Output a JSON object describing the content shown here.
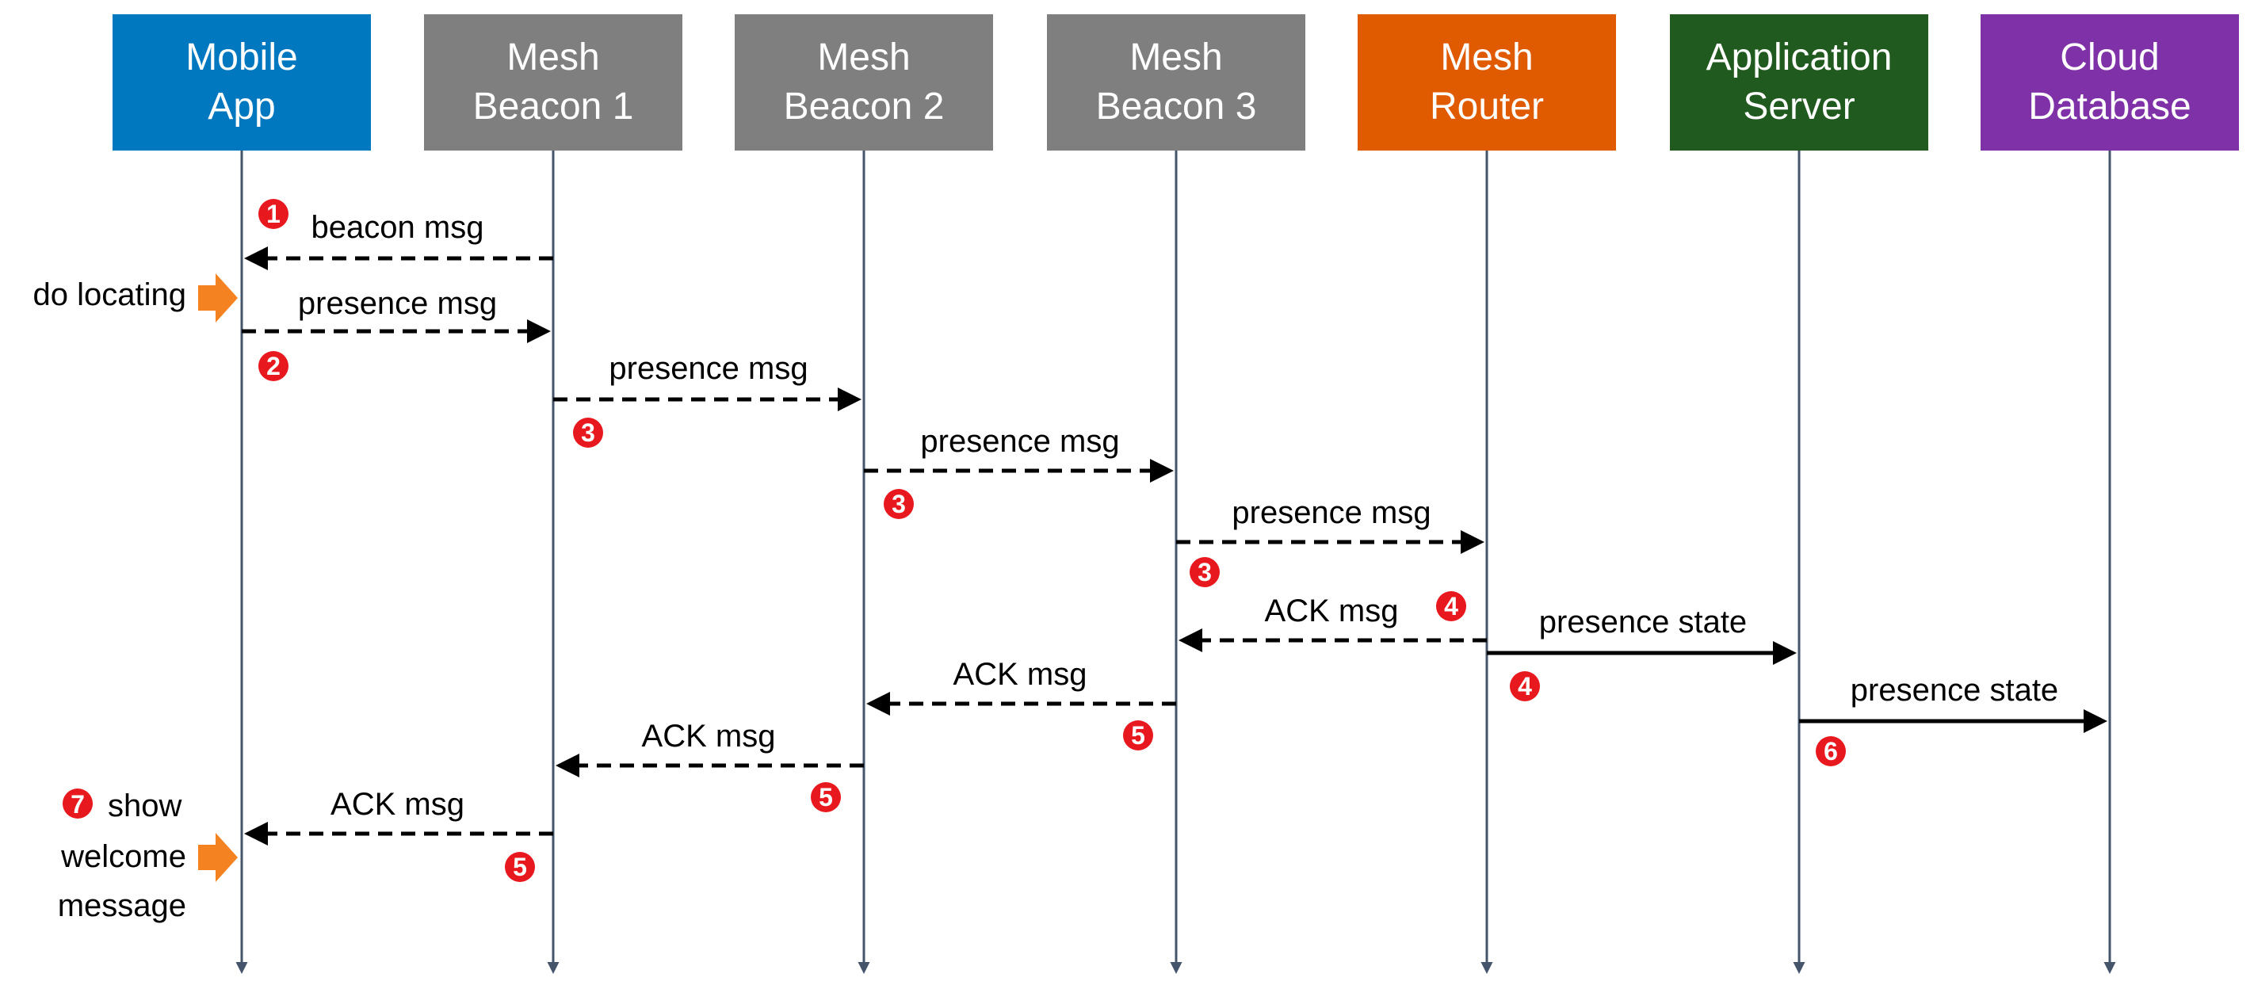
{
  "participants": [
    {
      "id": "app",
      "line1": "Mobile",
      "line2": "App",
      "color": "#0078c0"
    },
    {
      "id": "beacon1",
      "line1": "Mesh",
      "line2": "Beacon 1",
      "color": "#7f7f7f"
    },
    {
      "id": "beacon2",
      "line1": "Mesh",
      "line2": "Beacon 2",
      "color": "#7f7f7f"
    },
    {
      "id": "beacon3",
      "line1": "Mesh",
      "line2": "Beacon 3",
      "color": "#7f7f7f"
    },
    {
      "id": "router",
      "line1": "Mesh",
      "line2": "Router",
      "color": "#e05a00"
    },
    {
      "id": "server",
      "line1": "Application",
      "line2": "Server",
      "color": "#215a1e"
    },
    {
      "id": "cloud",
      "line1": "Cloud",
      "line2": "Database",
      "color": "#7f31a8"
    }
  ],
  "messages": [
    {
      "from": "beacon1",
      "to": "app",
      "label": "beacon msg",
      "style": "dashed",
      "step": "1"
    },
    {
      "from": "app",
      "to": "beacon1",
      "label": "presence msg",
      "style": "dashed",
      "step": "2"
    },
    {
      "from": "beacon1",
      "to": "beacon2",
      "label": "presence msg",
      "style": "dashed",
      "step": "3"
    },
    {
      "from": "beacon2",
      "to": "beacon3",
      "label": "presence msg",
      "style": "dashed",
      "step": "3"
    },
    {
      "from": "beacon3",
      "to": "router",
      "label": "presence msg",
      "style": "dashed",
      "step": "3"
    },
    {
      "from": "router",
      "to": "beacon3",
      "label": "ACK msg",
      "style": "dashed",
      "step": "4"
    },
    {
      "from": "router",
      "to": "server",
      "label": "presence state",
      "style": "solid",
      "step": "4"
    },
    {
      "from": "beacon3",
      "to": "beacon2",
      "label": "ACK msg",
      "style": "dashed",
      "step": "5"
    },
    {
      "from": "server",
      "to": "cloud",
      "label": "presence state",
      "style": "solid",
      "step": "6"
    },
    {
      "from": "beacon2",
      "to": "beacon1",
      "label": "ACK msg",
      "style": "dashed",
      "step": "5"
    },
    {
      "from": "beacon1",
      "to": "app",
      "label": "ACK msg",
      "style": "dashed",
      "step": "5"
    }
  ],
  "notes": {
    "do_locating": "do locating",
    "show_step": "7",
    "show_line1": "show",
    "show_line2": "welcome",
    "show_line3": "message"
  },
  "colors": {
    "lifeline": "#44546a",
    "step_marker": "#e8191e",
    "note_arrow": "#f58220",
    "arrow": "#000000"
  }
}
